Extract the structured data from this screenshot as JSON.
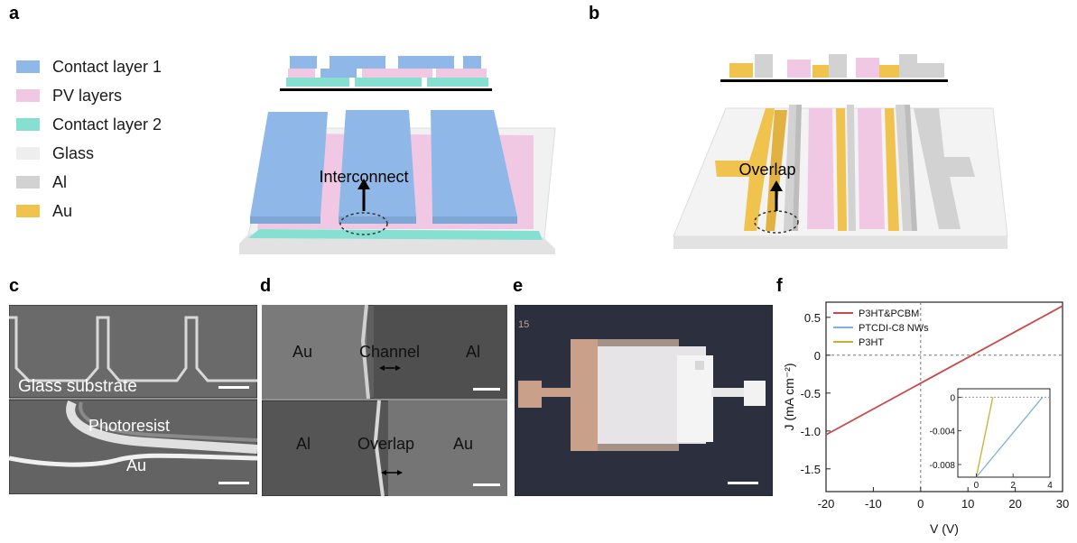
{
  "panels": {
    "a": "a",
    "b": "b",
    "c": "c",
    "d": "d",
    "e": "e",
    "f": "f"
  },
  "legend": [
    {
      "label": "Contact layer 1",
      "color": "#8fb8e8"
    },
    {
      "label": "PV layers",
      "color": "#f1c8e4"
    },
    {
      "label": "Contact layer 2",
      "color": "#86e0d2"
    },
    {
      "label": "Glass",
      "color": "#eeeeee"
    },
    {
      "label": "Al",
      "color": "#d2d2d2"
    },
    {
      "label": "Au",
      "color": "#f0c24e"
    }
  ],
  "panel_a": {
    "annotation": "Interconnect"
  },
  "panel_b": {
    "annotation": "Overlap"
  },
  "panel_c": {
    "top_label": "Glass substrate",
    "bottom_label_1": "Photoresist",
    "bottom_label_2": "Au"
  },
  "panel_d": {
    "top": {
      "left": "Au",
      "middle": "Channel",
      "right": "Al"
    },
    "bottom": {
      "left": "Al",
      "middle": "Overlap",
      "right": "Au"
    }
  },
  "panel_e": {
    "corner_text": "15"
  },
  "chart_data": {
    "type": "line",
    "xlabel": "V (V)",
    "ylabel": "J (mA cm⁻²)",
    "xlim": [
      -20,
      30
    ],
    "ylim": [
      -1.8,
      0.7
    ],
    "xticks": [
      -20,
      -10,
      0,
      10,
      20,
      30
    ],
    "yticks": [
      -1.5,
      -1.0,
      -0.5,
      0,
      0.5
    ],
    "xtick_labels": [
      "-20",
      "-10",
      "0",
      "10",
      "20",
      "30"
    ],
    "ytick_labels": [
      "-1.5",
      "-1.0",
      "-0.5",
      "0",
      "0.5"
    ],
    "legend_position": "top-left",
    "series": [
      {
        "name": "P3HT&PCBM",
        "color": "#c84a4a",
        "x": [
          -20,
          30
        ],
        "y": [
          -1.05,
          0.65
        ]
      },
      {
        "name": "PTCDI-C8 NWs",
        "color": "#7fb2d8",
        "x": [
          -20,
          30
        ],
        "y": [
          -0.0095,
          -0.0095
        ]
      },
      {
        "name": "P3HT",
        "color": "#c9b030",
        "x": [
          -20,
          30
        ],
        "y": [
          -0.0095,
          -0.0095
        ]
      }
    ],
    "inset": {
      "xlim": [
        -1,
        4
      ],
      "ylim": [
        -0.0095,
        0.001
      ],
      "xticks": [
        0,
        2,
        4
      ],
      "xtick_labels": [
        "0",
        "2",
        "4"
      ],
      "yticks": [
        0,
        -0.004,
        -0.008
      ],
      "ytick_labels": [
        "0",
        "-0.004",
        "-0.008"
      ],
      "series": [
        {
          "name": "PTCDI-C8 NWs",
          "color": "#7fb2d8",
          "x": [
            0.0,
            3.6
          ],
          "y": [
            -0.0095,
            0.0
          ]
        },
        {
          "name": "P3HT",
          "color": "#c9b030",
          "x": [
            0.0,
            0.9
          ],
          "y": [
            -0.0095,
            0.0
          ]
        }
      ]
    }
  }
}
